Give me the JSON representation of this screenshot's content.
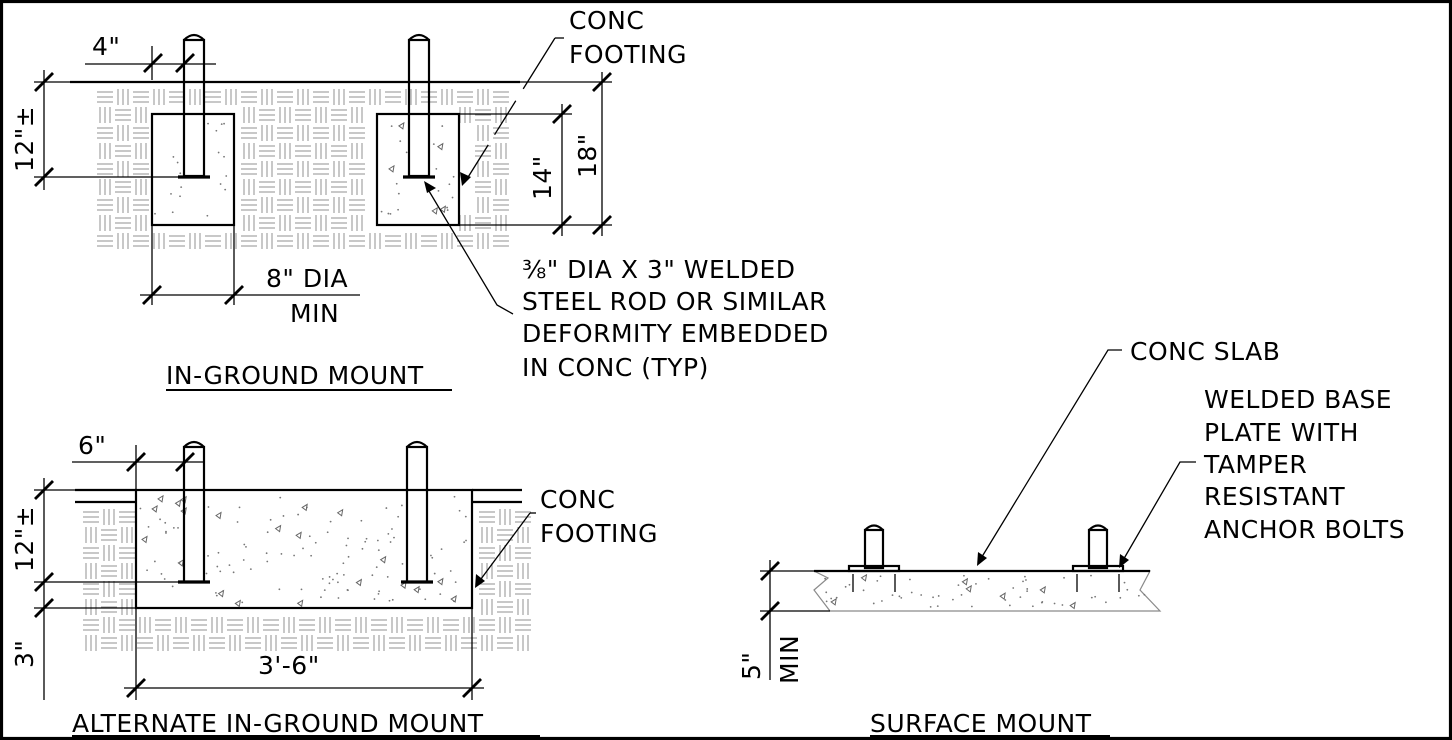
{
  "views": {
    "in_ground": {
      "title": "IN-GROUND MOUNT",
      "dim_embed": "4\"",
      "dim_depth_post": "12\"±",
      "dim_footing_depth": "14\"",
      "dim_total_depth": "18\"",
      "dim_dia_line1": "8\" DIA",
      "dim_dia_line2": "MIN",
      "footing_label_line1": "CONC",
      "footing_label_line2": "FOOTING",
      "rod_note_line1": "⅜\" DIA X 3\" WELDED",
      "rod_note_line2": "STEEL ROD OR SIMILAR",
      "rod_note_line3": "DEFORMITY EMBEDDED",
      "rod_note_line4": "IN CONC (TYP)"
    },
    "alternate": {
      "title": "ALTERNATE IN-GROUND MOUNT",
      "dim_edge": "6\"",
      "dim_depth_post": "12\"±",
      "dim_bottom": "3\"",
      "dim_width": "3'-6\"",
      "footing_label_line1": "CONC",
      "footing_label_line2": "FOOTING"
    },
    "surface": {
      "title": "SURFACE MOUNT",
      "slab_label": "CONC SLAB",
      "plate_note_line1": "WELDED BASE",
      "plate_note_line2": "PLATE WITH",
      "plate_note_line3": "TAMPER",
      "plate_note_line4": "RESISTANT",
      "plate_note_line5": "ANCHOR BOLTS",
      "dim_slab_line1": "5\"",
      "dim_slab_line2": "MIN"
    }
  }
}
